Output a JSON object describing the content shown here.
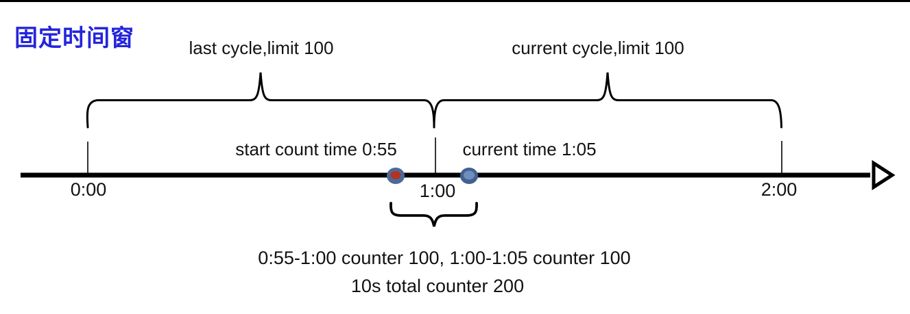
{
  "title": {
    "text": "固定时间窗",
    "color": "#2424dd"
  },
  "top_labels": {
    "last_cycle": "last cycle,limit 100",
    "current_cycle": "current cycle,limit 100"
  },
  "timeline": {
    "tick_labels": [
      "0:00",
      "1:00",
      "2:00"
    ],
    "annotations": {
      "start_count": "start count time 0:55",
      "current_time": "current time 1:05"
    },
    "markers": [
      {
        "name": "start-count-marker",
        "ring_color": "#4b6a99",
        "fill_color": "#b23322"
      },
      {
        "name": "current-time-marker",
        "ring_color": "#42618f",
        "fill_color": "#6e8ec0"
      }
    ],
    "line_color": "#000000"
  },
  "footer": {
    "line1": "0:55-1:00 counter 100, 1:00-1:05 counter 100",
    "line2": "10s total counter 200"
  }
}
